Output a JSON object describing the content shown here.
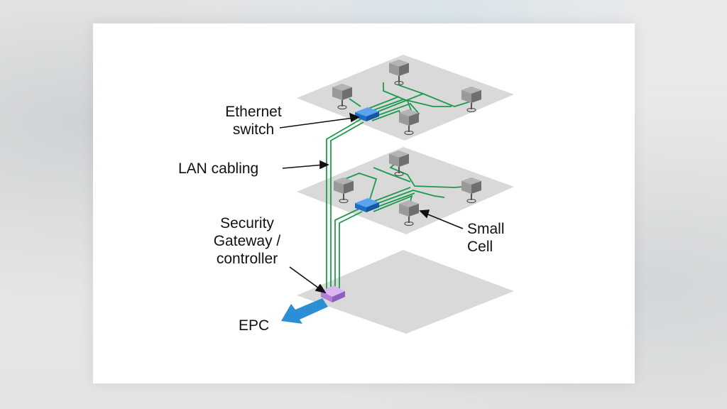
{
  "labels": {
    "ethernet_switch": [
      "Ethernet",
      "switch"
    ],
    "lan_cabling": "LAN cabling",
    "security_gateway": [
      "Security",
      "Gateway /",
      "controller"
    ],
    "small_cell": [
      "Small",
      "Cell"
    ],
    "epc": "EPC"
  },
  "colors": {
    "floor": "#d9d9d9",
    "cable": "#1e9a4f",
    "switch": "#1f6fc7",
    "gateway": "#b07fd6",
    "epc_arrow": "#2a8fd4",
    "small_cell": "#7f7f7f",
    "text": "#111111"
  },
  "icons": {
    "small_cell": "small-cell-device-icon",
    "switch": "ethernet-switch-icon",
    "gateway": "security-gateway-icon",
    "arrow": "epc-arrow-icon"
  }
}
